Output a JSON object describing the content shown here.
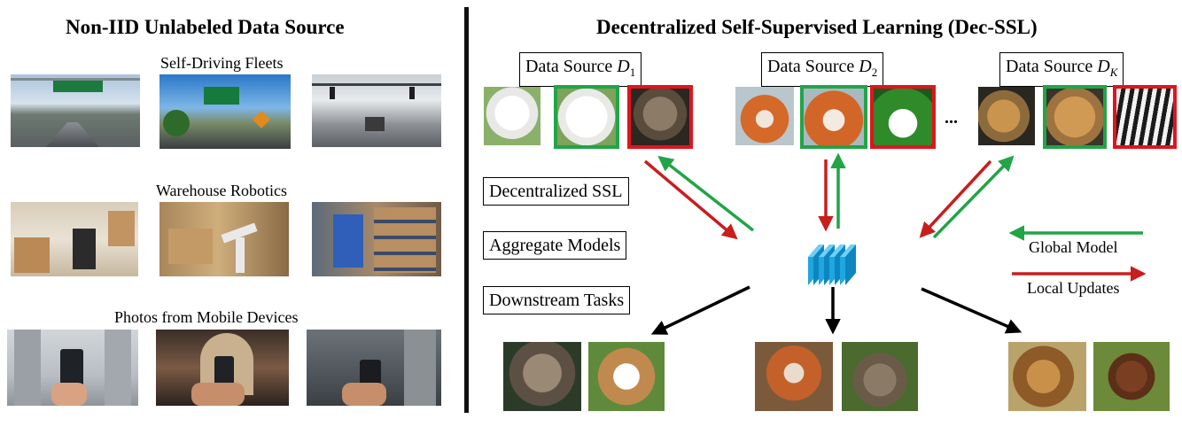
{
  "left": {
    "title": "Non-IID Unlabeled Data Source",
    "groups": [
      {
        "label": "Self-Driving Fleets"
      },
      {
        "label": "Warehouse Robotics"
      },
      {
        "label": "Photos from Mobile Devices"
      }
    ]
  },
  "right": {
    "title": "Decentralized Self-Supervised Learning (Dec-SSL)",
    "sources": [
      {
        "prefix": "Data Source ",
        "var": "D",
        "sub": "1"
      },
      {
        "prefix": "Data Source ",
        "var": "D",
        "sub": "2"
      },
      {
        "prefix": "Data Source ",
        "var": "D",
        "sub": "K"
      }
    ],
    "ellipsis": "...",
    "steps": [
      "Decentralized SSL",
      "Aggregate Models",
      "Downstream Tasks"
    ],
    "legend": [
      {
        "label": "Global Model",
        "color": "#22a447"
      },
      {
        "label": "Local Updates",
        "color": "#c81e1e"
      }
    ]
  },
  "colors": {
    "green": "#22a447",
    "red": "#c81e1e",
    "model": "#1ea7e1"
  }
}
